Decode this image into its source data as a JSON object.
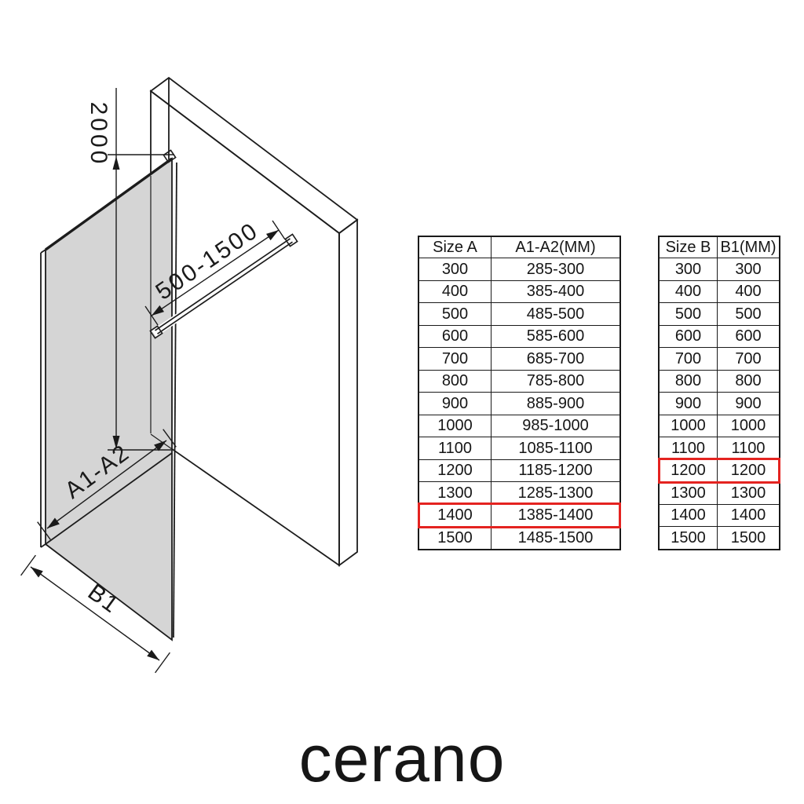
{
  "brand": {
    "logo": "cerano"
  },
  "diagram": {
    "height_label": "2000",
    "bar_label": "500-1500",
    "width_label": "A1-A2",
    "base_label": "B1",
    "glass_color": "#d5d5d5",
    "line_color": "#1c1c1c",
    "highlight_color": "#e42320"
  },
  "table_a": {
    "headers": [
      "Size A",
      "A1-A2(MM)"
    ],
    "rows": [
      [
        "300",
        "285-300"
      ],
      [
        "400",
        "385-400"
      ],
      [
        "500",
        "485-500"
      ],
      [
        "600",
        "585-600"
      ],
      [
        "700",
        "685-700"
      ],
      [
        "800",
        "785-800"
      ],
      [
        "900",
        "885-900"
      ],
      [
        "1000",
        "985-1000"
      ],
      [
        "1100",
        "1085-1100"
      ],
      [
        "1200",
        "1185-1200"
      ],
      [
        "1300",
        "1285-1300"
      ],
      [
        "1400",
        "1385-1400"
      ],
      [
        "1500",
        "1485-1500"
      ]
    ],
    "highlighted_row": 11
  },
  "table_b": {
    "headers": [
      "Size B",
      "B1(MM)"
    ],
    "rows": [
      [
        "300",
        "300"
      ],
      [
        "400",
        "400"
      ],
      [
        "500",
        "500"
      ],
      [
        "600",
        "600"
      ],
      [
        "700",
        "700"
      ],
      [
        "800",
        "800"
      ],
      [
        "900",
        "900"
      ],
      [
        "1000",
        "1000"
      ],
      [
        "1100",
        "1100"
      ],
      [
        "1200",
        "1200"
      ],
      [
        "1300",
        "1300"
      ],
      [
        "1400",
        "1400"
      ],
      [
        "1500",
        "1500"
      ]
    ],
    "highlighted_row": 9
  }
}
